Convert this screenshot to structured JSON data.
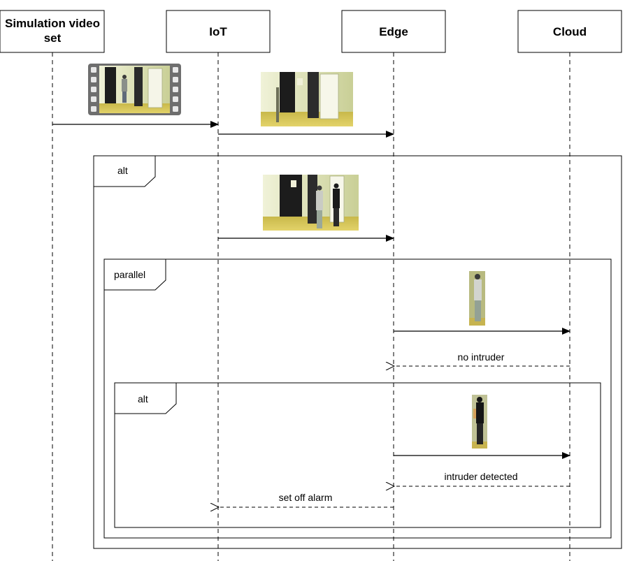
{
  "lifelines": [
    {
      "id": "sim",
      "label_line1": "Simulation video",
      "label_line2": "set"
    },
    {
      "id": "iot",
      "label": "IoT"
    },
    {
      "id": "edge",
      "label": "Edge"
    },
    {
      "id": "cloud",
      "label": "Cloud"
    }
  ],
  "fragments": {
    "outer_alt": "alt",
    "parallel": "parallel",
    "inner_alt": "alt"
  },
  "messages": {
    "no_intruder": "no intruder",
    "intruder_detected": "intruder detected",
    "set_off_alarm": "set off alarm"
  },
  "images": {
    "film_icon": "film-strip-video-icon",
    "frame_empty_corridor": "corridor-frame-empty",
    "frame_two_people": "corridor-frame-two-people",
    "crop_person_light": "person-crop-light-clothes",
    "crop_person_dark": "person-crop-dark-clothes"
  }
}
